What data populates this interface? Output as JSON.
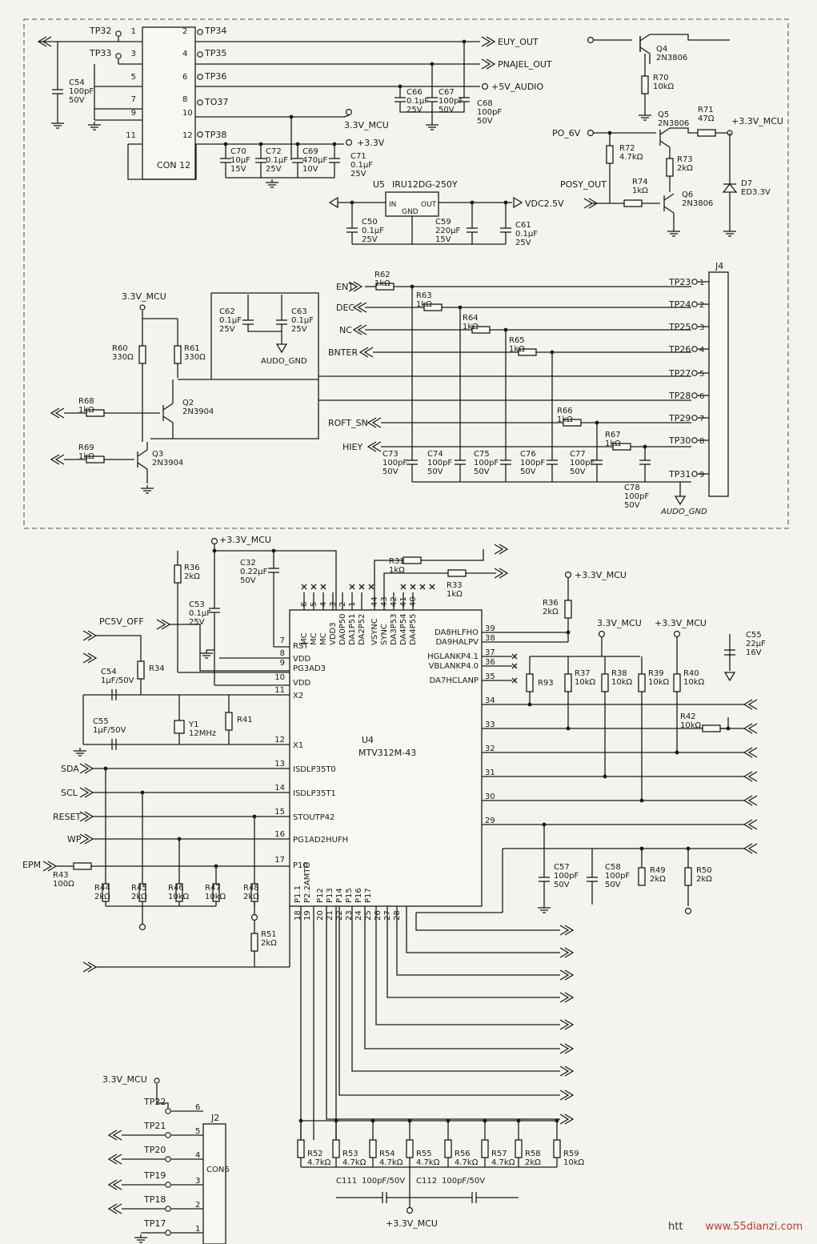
{
  "watermark": "www.55dianzi.com",
  "watermark_prefix": "htt",
  "connectors": {
    "con12": {
      "label": "CON 12",
      "pins": [
        "1",
        "2",
        "3",
        "4",
        "5",
        "6",
        "7",
        "8",
        "9",
        "10",
        "11",
        "12"
      ]
    },
    "j4": {
      "ref": "J4",
      "pins": [
        "1",
        "2",
        "3",
        "4",
        "5",
        "6",
        "7",
        "8",
        "9"
      ]
    },
    "j2": {
      "ref": "J2",
      "label": "CON6",
      "pins": [
        "6",
        "5",
        "4",
        "3",
        "2",
        "1"
      ]
    }
  },
  "testpoints": {
    "top_left": [
      "TP32",
      "TP33"
    ],
    "top_right": [
      "TP34",
      "TP35",
      "TP36",
      "TO37",
      "TP38"
    ],
    "j4": [
      "TP23",
      "TP24",
      "TP25",
      "TP26",
      "TP27",
      "TP28",
      "TP29",
      "TP30",
      "TP31"
    ],
    "j2": [
      "TP22",
      "TP21",
      "TP20",
      "TP19",
      "TP18",
      "TP17"
    ]
  },
  "nets": {
    "euy_out": "EUY_OUT",
    "pnajel_out": "PNAJEL_OUT",
    "v5_audio": "+5V_AUDIO",
    "v33_mcu": "3.3V_MCU",
    "v33": "+3.3V",
    "po_6v": "PO_6V",
    "posy_out": "POSY_OUT",
    "v33_mcu_plus": "+3.3V_MCU",
    "vdc25": "VDC2.5V",
    "audo_gnd": "AUDO_GND",
    "audo_gnd_italic": "AUDO_GND",
    "ent": "ENT",
    "dec": "DEC",
    "nc": "NC",
    "bnter": "BNTER",
    "roft_sn": "ROFT_SN",
    "hiey": "HIEY",
    "pc5v_off": "PC5V_OFF",
    "sda": "SDA",
    "scl": "SCL",
    "reset": "RESET",
    "wp": "WP",
    "epm": "EPM"
  },
  "parts": {
    "c54a": [
      "C54",
      "100pF",
      "50V"
    ],
    "c66": [
      "C66",
      "0.1µF",
      "25V"
    ],
    "c67": [
      "C67",
      "100pF",
      "50V"
    ],
    "c68": [
      "C68",
      "100pF",
      "50V"
    ],
    "c70": [
      "C70",
      "10µF",
      "15V"
    ],
    "c72": [
      "C72",
      "0.1µF",
      "25V"
    ],
    "c69": [
      "C69",
      "470µF",
      "10V"
    ],
    "c71": [
      "C71",
      "0.1µF",
      "25V"
    ],
    "u5": [
      "U5",
      "IRU12DG-250Y"
    ],
    "u5_pins": [
      "IN",
      "GND",
      "OUT"
    ],
    "c50": [
      "C50",
      "0.1µF",
      "25V"
    ],
    "c59": [
      "C59",
      "220µF",
      "15V"
    ],
    "c61": [
      "C61",
      "0.1µF",
      "25V"
    ],
    "q4": [
      "Q4",
      "2N3806"
    ],
    "r70": [
      "R70",
      "10kΩ"
    ],
    "q5": [
      "Q5",
      "2N3806"
    ],
    "r71": [
      "R71",
      "47Ω"
    ],
    "r72": [
      "R72",
      "4.7kΩ"
    ],
    "r73": [
      "R73",
      "2kΩ"
    ],
    "r74": [
      "R74",
      "1kΩ"
    ],
    "q6": [
      "Q6",
      "2N3806"
    ],
    "d7": [
      "D7",
      "ED3.3V"
    ],
    "c62": [
      "C62",
      "0.1µF",
      "25V"
    ],
    "c63": [
      "C63",
      "0.1µF",
      "25V"
    ],
    "r60": [
      "R60",
      "330Ω"
    ],
    "r61": [
      "R61",
      "330Ω"
    ],
    "r68": [
      "R68",
      "1kΩ"
    ],
    "q2": [
      "Q2",
      "2N3904"
    ],
    "r69": [
      "R69",
      "1kΩ"
    ],
    "q3": [
      "Q3",
      "2N3904"
    ],
    "r62": [
      "R62",
      "1kΩ"
    ],
    "r63": [
      "R63",
      "1kΩ"
    ],
    "r64": [
      "R64",
      "1kΩ"
    ],
    "r65": [
      "R65",
      "1kΩ"
    ],
    "r66": [
      "R66",
      "1kΩ"
    ],
    "r67": [
      "R67",
      "1kΩ"
    ],
    "c73": [
      "C73",
      "100pF",
      "50V"
    ],
    "c74": [
      "C74",
      "100pF",
      "50V"
    ],
    "c75": [
      "C75",
      "100pF",
      "50V"
    ],
    "c76": [
      "C76",
      "100pF",
      "50V"
    ],
    "c77": [
      "C77",
      "100pF",
      "50V"
    ],
    "c78": [
      "C78",
      "100pF",
      "50V"
    ],
    "r36a": [
      "R36",
      "2kΩ"
    ],
    "c32": [
      "C32",
      "0.22µF",
      "50V"
    ],
    "c53": [
      "C53",
      "0.1µF",
      "25V"
    ],
    "r31": [
      "R31",
      "1kΩ"
    ],
    "r33": [
      "R33",
      "1kΩ"
    ],
    "r36b": [
      "R36",
      "2kΩ"
    ],
    "c55b": [
      "C55",
      "22µF",
      "16V"
    ],
    "r34": [
      "R34"
    ],
    "c54b": [
      "C54",
      "1µF/50V"
    ],
    "c55a": [
      "C55",
      "1µF/50V"
    ],
    "y1": [
      "Y1",
      "12MHz"
    ],
    "r41": [
      "R41"
    ],
    "r93": [
      "R93"
    ],
    "r37": [
      "R37",
      "10kΩ"
    ],
    "r38": [
      "R38",
      "10kΩ"
    ],
    "r39": [
      "R39",
      "10kΩ"
    ],
    "r40": [
      "R40",
      "10kΩ"
    ],
    "r42": [
      "R42",
      "10kΩ"
    ],
    "c57": [
      "C57",
      "100pF",
      "50V"
    ],
    "c58": [
      "C58",
      "100pF",
      "50V"
    ],
    "r49": [
      "R49",
      "2kΩ"
    ],
    "r50": [
      "R50",
      "2kΩ"
    ],
    "r43": [
      "R43",
      "100Ω"
    ],
    "r44": [
      "R44",
      "2kΩ"
    ],
    "r45": [
      "R45",
      "2kΩ"
    ],
    "r46": [
      "R46",
      "10kΩ"
    ],
    "r47": [
      "R47",
      "10kΩ"
    ],
    "r48": [
      "R48",
      "2kΩ"
    ],
    "r51": [
      "R51",
      "2kΩ"
    ],
    "r52": [
      "R52",
      "4.7kΩ"
    ],
    "r53": [
      "R53",
      "4.7kΩ"
    ],
    "r54": [
      "R54",
      "4.7kΩ"
    ],
    "r55": [
      "R55",
      "4.7kΩ"
    ],
    "r56": [
      "R56",
      "4.7kΩ"
    ],
    "r57": [
      "R57",
      "4.7kΩ"
    ],
    "r58": [
      "R58",
      "2kΩ"
    ],
    "r59": [
      "R59",
      "10kΩ"
    ],
    "c111": [
      "C111",
      "100pF/50V"
    ],
    "c112": [
      "C112",
      "100pF/50V"
    ]
  },
  "u4": {
    "ref": "U4",
    "part": "MTV312M-43",
    "left_pins": [
      [
        "7",
        "RST"
      ],
      [
        "8",
        "VDD"
      ],
      [
        "9",
        "PG3AD3"
      ],
      [
        "10",
        "VDD"
      ],
      [
        "11",
        "X2"
      ],
      [
        "12",
        "X1"
      ],
      [
        "13",
        "ISDLP35T0"
      ],
      [
        "14",
        "ISDLP35T1"
      ],
      [
        "15",
        "STOUTP42"
      ],
      [
        "16",
        "PG1AD2HUFH"
      ],
      [
        "17",
        "P10"
      ]
    ],
    "top_pins": [
      [
        "6",
        "MC"
      ],
      [
        "5",
        "MC"
      ],
      [
        "4",
        "MC"
      ],
      [
        "3",
        "VDD3"
      ],
      [
        "2",
        "DA0P50"
      ],
      [
        "1",
        "DA1P51"
      ],
      [
        "",
        "DA2P52"
      ],
      [
        "44",
        "VSYNC"
      ],
      [
        "43",
        "SYNC"
      ],
      [
        "42",
        "DA3P53"
      ],
      [
        "41",
        "DA4P54"
      ],
      [
        "40",
        "DA4P55"
      ]
    ],
    "right_pins": [
      [
        "39",
        "DA8HLFHO"
      ],
      [
        "38",
        "DA9HALPV"
      ],
      [
        "37",
        "HGLANKP4.1"
      ],
      [
        "36",
        "VBLANKP4.0"
      ],
      [
        "35",
        "DA7HCLANP"
      ],
      [
        "34",
        ""
      ],
      [
        "33",
        ""
      ],
      [
        "32",
        ""
      ],
      [
        "31",
        ""
      ],
      [
        "30",
        ""
      ],
      [
        "29",
        ""
      ]
    ],
    "bottom_pins": [
      [
        "18",
        "P1.1"
      ],
      [
        "19",
        "P2.2AMTO"
      ],
      [
        "20",
        "P12"
      ],
      [
        "21",
        "P13"
      ],
      [
        "22",
        "P14"
      ],
      [
        "23",
        "P15"
      ],
      [
        "24",
        "P16"
      ],
      [
        "25",
        "P17"
      ],
      [
        "26",
        ""
      ],
      [
        "27",
        ""
      ],
      [
        "28",
        ""
      ]
    ]
  }
}
